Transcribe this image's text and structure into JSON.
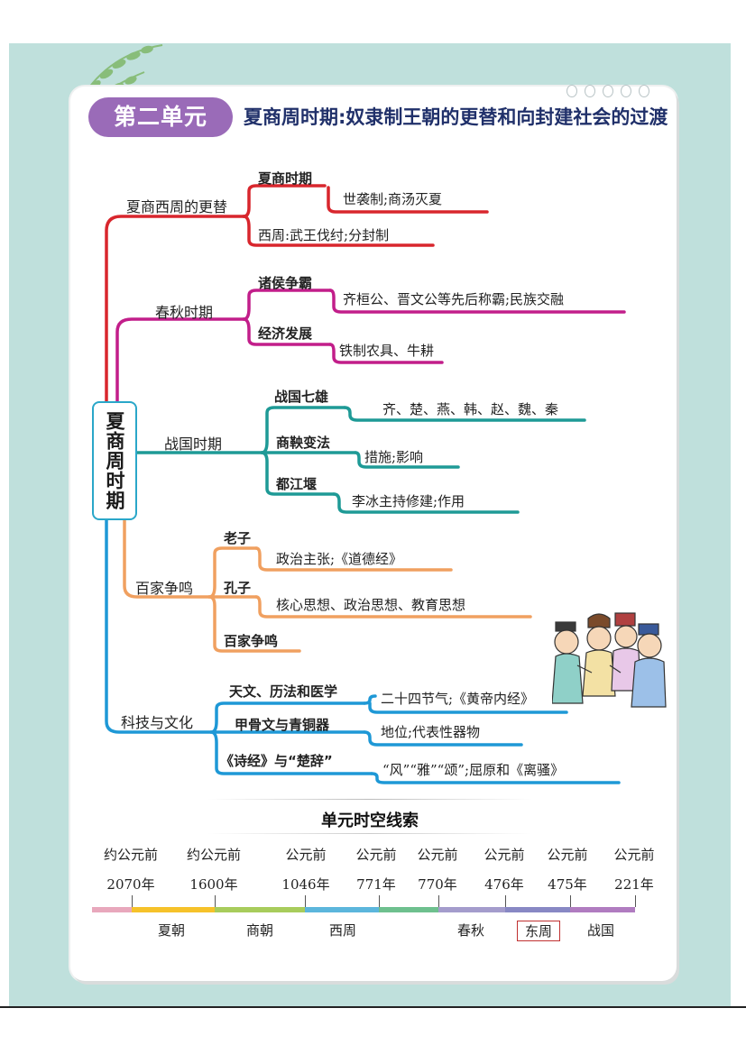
{
  "header": {
    "unit_label": "第二单元",
    "unit_title": "夏商周时期:奴隶制王朝的更替和向封建社会的过渡"
  },
  "mindmap": {
    "root": "夏商周时期",
    "branches": [
      {
        "label": "夏商西周的更替",
        "color": "#d8262d",
        "topics": [
          {
            "title": "夏商时期",
            "detail": "世袭制;商汤灭夏"
          },
          {
            "title": "西周:武王伐纣;分封制",
            "detail": ""
          }
        ]
      },
      {
        "label": "春秋时期",
        "color": "#c21e8a",
        "topics": [
          {
            "title": "诸侯争霸",
            "detail": "齐桓公、晋文公等先后称霸;民族交融"
          },
          {
            "title": "经济发展",
            "detail": "铁制农具、牛耕"
          }
        ]
      },
      {
        "label": "战国时期",
        "color": "#1e9a96",
        "topics": [
          {
            "title": "战国七雄",
            "detail": "齐、楚、燕、韩、赵、魏、秦"
          },
          {
            "title": "商鞅变法",
            "detail": "措施;影响"
          },
          {
            "title": "都江堰",
            "detail": "李冰主持修建;作用"
          }
        ]
      },
      {
        "label": "百家争鸣",
        "color": "#f0a060",
        "topics": [
          {
            "title": "老子",
            "detail": "政治主张;《道德经》"
          },
          {
            "title": "孔子",
            "detail": "核心思想、政治思想、教育思想"
          },
          {
            "title": "百家争鸣",
            "detail": ""
          }
        ]
      },
      {
        "label": "科技与文化",
        "color": "#1e98d6",
        "topics": [
          {
            "title": "天文、历法和医学",
            "detail": "二十四节气;《黄帝内经》"
          },
          {
            "title": "甲骨文与青铜器",
            "detail": "地位;代表性器物"
          },
          {
            "title": "《诗经》与“楚辞”",
            "detail": "“风”“雅”“颂”;屈原和《离骚》"
          }
        ]
      }
    ]
  },
  "timeline": {
    "title": "单元时空线索",
    "marks": [
      {
        "label": "约公元前",
        "year": "2070年"
      },
      {
        "label": "约公元前",
        "year": "1600年"
      },
      {
        "label": "公元前",
        "year": "1046年"
      },
      {
        "label": "公元前",
        "year": "771年"
      },
      {
        "label": "公元前",
        "year": "770年"
      },
      {
        "label": "公元前",
        "year": "476年"
      },
      {
        "label": "公元前",
        "year": "475年"
      },
      {
        "label": "公元前",
        "year": "221年"
      }
    ],
    "eras": [
      "夏朝",
      "商朝",
      "西周",
      "春秋",
      "东周",
      "战国"
    ],
    "highlighted_era": "东周",
    "bar_colors": [
      "#e8a8bc",
      "#f6c22a",
      "#a8cc5c",
      "#5cb6dc",
      "#6ec08e",
      "#a49ccc",
      "#8888c4",
      "#b07cc0"
    ]
  },
  "decorations": {
    "leaf_color": "#7fb86a",
    "illustration": "scholars-icon"
  }
}
